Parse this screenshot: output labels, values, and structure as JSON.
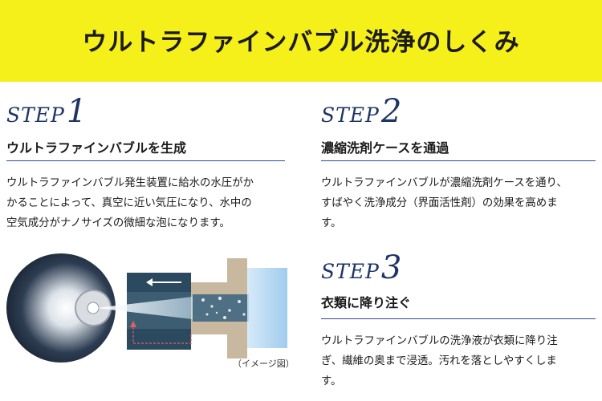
{
  "banner": {
    "title": "ウルトラファインバブル洗浄のしくみ"
  },
  "step1": {
    "word": "STEP",
    "num": "1",
    "heading": "ウルトラファインバブルを生成",
    "body": [
      "ウルトラファインバブル発生装置に給水の水圧がか",
      "かることによって、真空に近い気圧になり、水中の",
      "空気成分がナノサイズの微細な泡になります。"
    ]
  },
  "step2": {
    "word": "STEP",
    "num": "2",
    "heading": "濃縮洗剤ケースを通過",
    "body": [
      "ウルトラファインバブルが濃縮洗剤ケースを通り、",
      "すばやく洗浄成分（界面活性剤）の効果を高めま",
      "す。"
    ]
  },
  "step3": {
    "word": "STEP",
    "num": "3",
    "heading": "衣類に降り注ぐ",
    "body": [
      "ウルトラファインバブルの洗浄液が衣類に降り注",
      "ぎ、繊維の奥まで浸透。汚れを落としやすくしま",
      "す。"
    ]
  },
  "illustration": {
    "caption": "（イメージ図）"
  },
  "colors": {
    "banner": "#f5ef1a",
    "step_accent": "#1f3466",
    "rule": "#2f4b8a"
  }
}
